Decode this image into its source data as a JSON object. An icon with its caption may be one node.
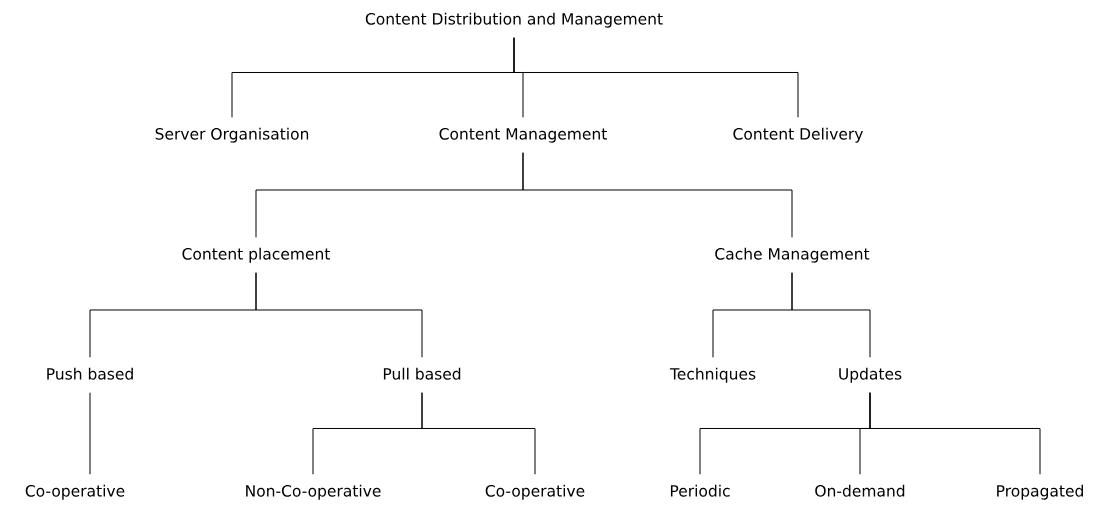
{
  "diagram": {
    "nodes": [
      {
        "text": [
          "Content Distribution and Management"
        ]
      },
      {
        "text": [
          "Server Organisation"
        ]
      },
      {
        "text": [
          "Content Management"
        ]
      },
      {
        "text": [
          "Content Delivery"
        ]
      },
      {
        "text": [
          "Content placement"
        ]
      },
      {
        "text": [
          "Cache Management"
        ]
      },
      {
        "text": [
          "Push based"
        ]
      },
      {
        "text": [
          "Pull based"
        ]
      },
      {
        "text": [
          "Techniques"
        ]
      },
      {
        "text": [
          "Updates"
        ]
      },
      {
        "text": [
          "Co-operative"
        ]
      },
      {
        "text": [
          "Non-Co-operative"
        ]
      },
      {
        "text": [
          "Co-operative"
        ]
      },
      {
        "text": [
          "Periodic"
        ]
      },
      {
        "text": [
          "On-demand"
        ]
      },
      {
        "text": [
          "Propagated"
        ]
      }
    ],
    "edges": [
      {
        "from": 0,
        "to": 1,
        "arrow": "none"
      },
      {
        "from": 0,
        "to": 2,
        "arrow": "none"
      },
      {
        "from": 0,
        "to": 3,
        "arrow": "none"
      },
      {
        "from": 2,
        "to": 4,
        "arrow": "none"
      },
      {
        "from": 2,
        "to": 5,
        "arrow": "none"
      },
      {
        "from": 4,
        "to": 6,
        "arrow": "none"
      },
      {
        "from": 4,
        "to": 7,
        "arrow": "none"
      },
      {
        "from": 5,
        "to": 8,
        "arrow": "none"
      },
      {
        "from": 5,
        "to": 9,
        "arrow": "none"
      },
      {
        "from": 6,
        "to": 10,
        "arrow": "none"
      },
      {
        "from": 7,
        "to": 11,
        "arrow": "none"
      },
      {
        "from": 7,
        "to": 12,
        "arrow": "none"
      },
      {
        "from": 9,
        "to": 13,
        "arrow": "none"
      },
      {
        "from": 9,
        "to": 14,
        "arrow": "none"
      },
      {
        "from": 9,
        "to": 15,
        "arrow": "none"
      }
    ]
  }
}
